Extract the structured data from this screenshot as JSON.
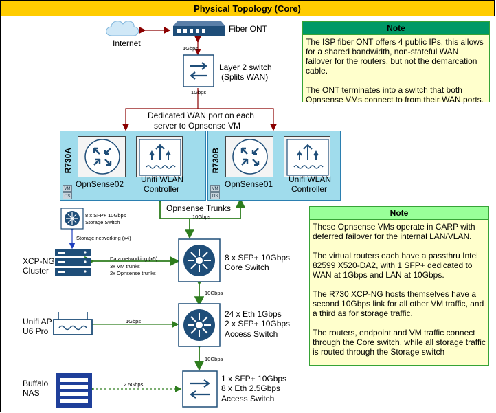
{
  "title": "Physical Topology (Core)",
  "nodes": {
    "internet": "Internet",
    "fiber_ont": "Fiber ONT",
    "layer2_switch": [
      "Layer 2 switch",
      "(Splits WAN)"
    ],
    "server_a": "R730A",
    "server_b": "R730B",
    "opnsense02": "OpnSense02",
    "opnsense01": "OpnSense01",
    "unifi_ctrl_a": [
      "Unifi WLAN",
      "Controller"
    ],
    "unifi_ctrl_b": [
      "Unifi WLAN",
      "Controller"
    ],
    "vm_tag": "VM",
    "os_tag": "OS",
    "storage_switch": [
      "8 x SFP+ 10Gbps",
      "Storage Switch"
    ],
    "cluster": [
      "XCP-NG",
      "Cluster"
    ],
    "core_switch": [
      "8 x SFP+ 10Gbps",
      "Core Switch"
    ],
    "unifi_ap": [
      "Unifi AP",
      "U6 Pro"
    ],
    "access_switch": [
      "24 x Eth 1Gbps",
      "2 x SFP+ 10Gbps",
      "Access Switch"
    ],
    "nas": [
      "Buffalo",
      "NAS"
    ],
    "access_switch_small": [
      "1 x SFP+ 10Gbps",
      "8 x Eth 2.5Gbps",
      "Access Switch"
    ]
  },
  "links": {
    "ont_switch": "1Gbps",
    "switch_down": "1Gbps",
    "wan_label": [
      "Dedicated WAN port on each",
      "server to Opnsense VM"
    ],
    "trunks_label": "Opnsense Trunks",
    "trunks_speed": "10Gbps",
    "storage_net": "Storage networking (x4)",
    "data_net": [
      "Data networking (x5)",
      "3x VM trunks",
      "2x Opnsense trunks"
    ],
    "core_access": "10Gbps",
    "ap_link": "1Gbps",
    "access_small": "10Gbps",
    "nas_link": "2.5Gbps"
  },
  "notes": [
    {
      "header": "Note",
      "paragraphs": [
        "The ISP fiber ONT offers 4 public IPs, this allows for a shared bandwidth, non-stateful WAN failover for the routers, but not the demarcation cable.",
        "The ONT terminates into a switch that both Opnsense VMs connect to from their WAN ports."
      ]
    },
    {
      "header": "Note",
      "paragraphs": [
        "These Opnsense VMs operate in CARP with deferred failover for the internal LAN/VLAN.",
        "The virtual routers each have a passthru Intel 82599 X520-DA2, with 1 SFP+ dedicated to WAN at 1Gbps and LAN at 10Gbps.",
        "The R730 XCP-NG hosts themselves have a second 10Gbps link for all other VM traffic, and a third as for storage traffic.",
        "The routers, endpoint and VM traffic connect through the Core switch, while all storage traffic is routed through the Storage switch"
      ]
    }
  ],
  "colors": {
    "title_bg": "#ffcc00",
    "note_bg": "#ffffcc",
    "note_header_dark": "#009966",
    "note_header_light": "#99ff99",
    "server_bg": "#a0dcec",
    "switch_blue": "#1f4e79",
    "wan_link": "#8b0000",
    "trunk_link": "#2e7d1e",
    "storage_link": "#1f3fbf"
  }
}
